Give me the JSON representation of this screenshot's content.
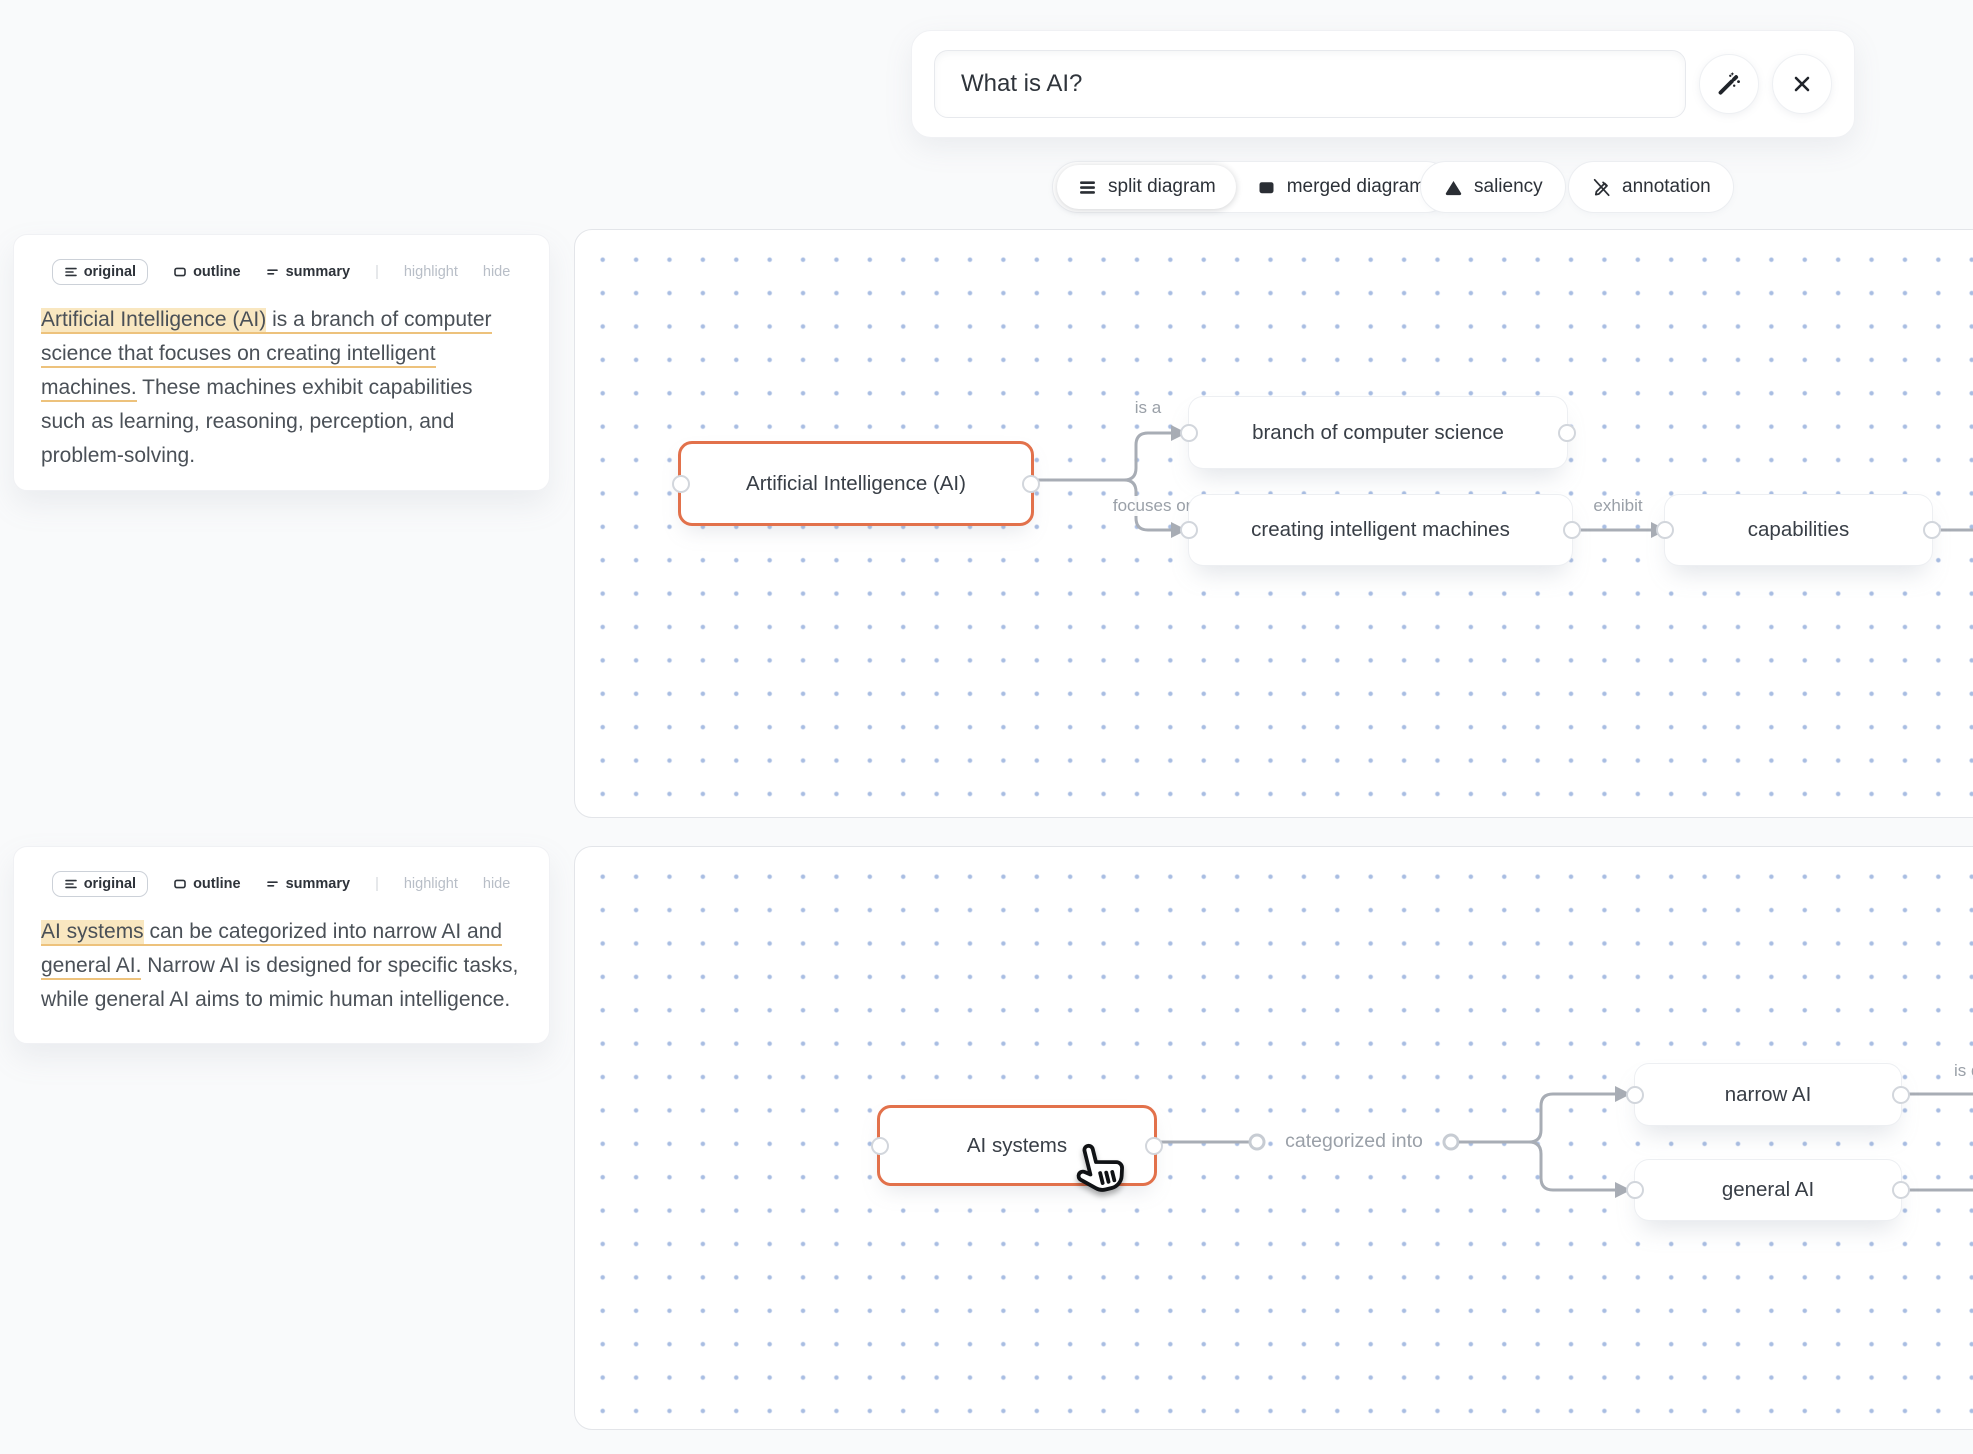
{
  "query_bar": {
    "value": "What is AI?",
    "wand_icon": "magic-wand-icon",
    "close_icon": "close-icon"
  },
  "toolbar": {
    "split_diagram": "split diagram",
    "merged_diagram": "merged diagram",
    "saliency": "saliency",
    "annotation": "annotation",
    "icons": [
      "align-lines-icon",
      "filled-square-icon",
      "triangle-icon",
      "pencil-off-icon"
    ]
  },
  "card_tabs": {
    "original": "original",
    "outline": "outline",
    "summary": "summary",
    "separator": "|",
    "highlight": "highlight",
    "hide": "hide"
  },
  "cards": [
    {
      "text": {
        "highlighted": "Artificial Intelligence (AI)",
        "underlined": " is a branch of computer science that focuses on creating intelligent machines.",
        "plain": " These machines exhibit capabilities such as learning, reasoning, perception, and problem-solving."
      }
    },
    {
      "text": {
        "highlighted": "AI systems",
        "underlined": " can be categorized into narrow AI and general AI.",
        "plain": " Narrow AI is designed for specific tasks, while general AI aims to mimic human intelligence."
      }
    }
  ],
  "diagrams": [
    {
      "nodes": {
        "ai": {
          "label": "Artificial Intelligence (AI)",
          "selected": true
        },
        "branch": {
          "label": "branch of computer science",
          "selected": false
        },
        "machines": {
          "label": "creating intelligent machines",
          "selected": false
        },
        "capabilities": {
          "label": "capabilities",
          "selected": false
        }
      },
      "edge_labels": {
        "is_a": "is a",
        "focuses_on": "focuses on",
        "exhibit": "exhibit"
      }
    },
    {
      "nodes": {
        "ai_systems": {
          "label": "AI systems",
          "selected": true
        },
        "narrow": {
          "label": "narrow AI",
          "selected": false
        },
        "general": {
          "label": "general AI",
          "selected": false
        }
      },
      "edge_labels": {
        "categorized_into": "categorized into",
        "partial_right": "is de"
      }
    }
  ],
  "colors": {
    "accent": "#e2714b",
    "highlight_bg": "#f9e7c0",
    "underline": "#edc27c",
    "edge": "#a8adb5",
    "dot_grid": "#7a9ad3"
  }
}
